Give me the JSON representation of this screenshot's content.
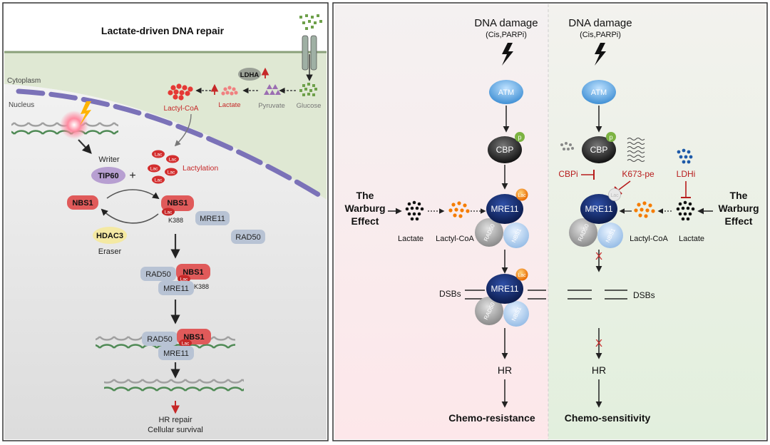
{
  "left": {
    "title": "Lactate-driven DNA repair",
    "cytoplasm": "Cytoplasm",
    "nucleus": "Nucleus",
    "ldha": "LDHA",
    "lactyl_coa": "Lactyl-CoA",
    "lactate": "Lactate",
    "pyruvate": "Pyruvate",
    "glucose": "Glucose",
    "writer": "Writer",
    "tip60": "TIP60",
    "plus": "+",
    "lac": "Lac",
    "lactylation": "Lactylation",
    "nbs1": "NBS1",
    "k388": "K388",
    "mre11": "MRE11",
    "rad50": "RAD50",
    "hdac3": "HDAC3",
    "eraser": "Eraser",
    "hr_repair": "HR repair",
    "survival": "Cellular survival"
  },
  "right": {
    "dna_damage": "DNA damage",
    "agents": "(Cis,PARPi)",
    "atm": "ATM",
    "cbp": "CBP",
    "p": "p",
    "mre11": "MRE11",
    "rad50": "RAD50",
    "nbs1": "NBS1",
    "lac": "Lac",
    "warburg_1": "The",
    "warburg_2": "Warburg",
    "warburg_3": "Effect",
    "lactate": "Lactate",
    "lactyl_coa": "Lactyl-CoA",
    "dsbs": "DSBs",
    "hr": "HR",
    "resistance": "Chemo-resistance",
    "sensitivity": "Chemo-sensitivity",
    "cbpi": "CBPi",
    "k673": "K673-pe",
    "ldhi": "LDHi",
    "block": "X"
  }
}
